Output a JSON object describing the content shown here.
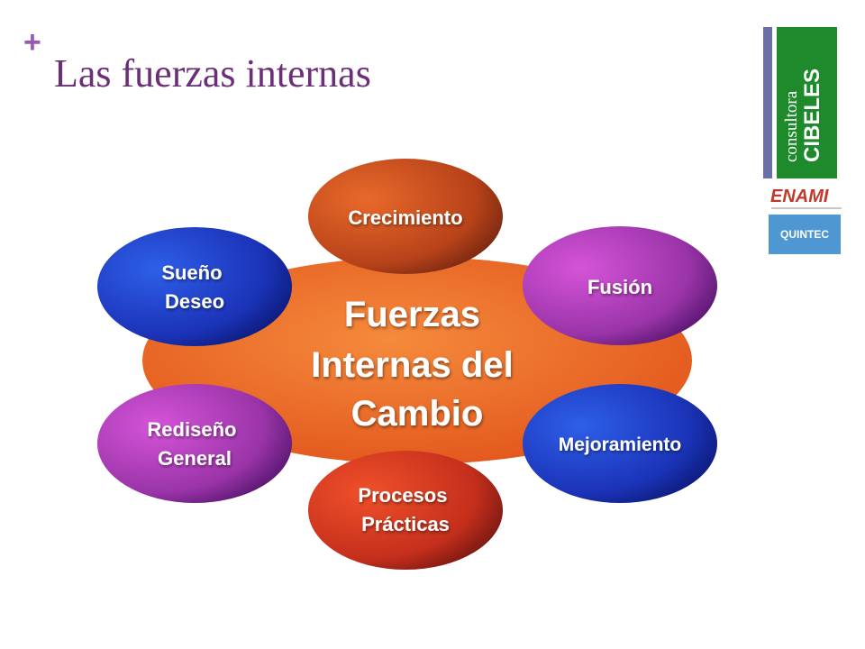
{
  "slide": {
    "plus_symbol": "+",
    "title": "Las fuerzas internas"
  },
  "logos": {
    "cibeles_small": "consultora",
    "cibeles_big": "CIBELES",
    "enami": "ENAMI",
    "quintec": "QUINTEC"
  },
  "diagram": {
    "center": [
      "Fuerzas",
      "Internas del",
      "Cambio"
    ],
    "nodes": {
      "crecimiento": [
        "Crecimiento"
      ],
      "sueno": [
        "Sueño",
        "Deseo"
      ],
      "fusion": [
        "Fusión"
      ],
      "rediseno": [
        "Rediseño",
        "General"
      ],
      "mejoramiento": [
        "Mejoramiento"
      ],
      "procesos": [
        "Procesos",
        "Prácticas"
      ]
    }
  },
  "colors": {
    "center": "#ee6a24",
    "orange_node": "#d2541e",
    "blue_node": "#1f3fcf",
    "purple_node": "#b43fbf",
    "red_node": "#e2401f",
    "title": "#6b2f78",
    "accent_plus": "#9b59b6"
  }
}
